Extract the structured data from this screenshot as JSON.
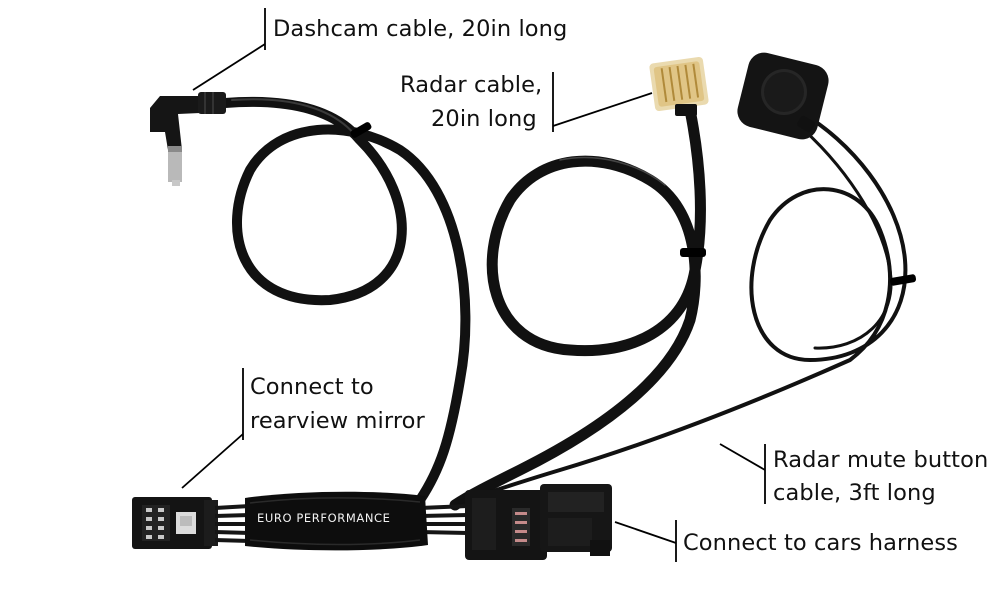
{
  "annotations": {
    "dashcam": "Dashcam cable, 20in long",
    "radar_line1": "Radar cable,",
    "radar_line2": "20in long",
    "mirror_line1": "Connect to",
    "mirror_line2": "rearview mirror",
    "mute_line1": "Radar mute button",
    "mute_line2": "cable, 3ft long",
    "harness": "Connect to cars harness"
  },
  "product": {
    "brand_label": "EURO PERFORMANCE"
  },
  "colors": {
    "background": "#ffffff",
    "cable": "#111111",
    "text": "#111111",
    "pointer_line": "#000000",
    "rj_connector": "#d9b86a"
  }
}
